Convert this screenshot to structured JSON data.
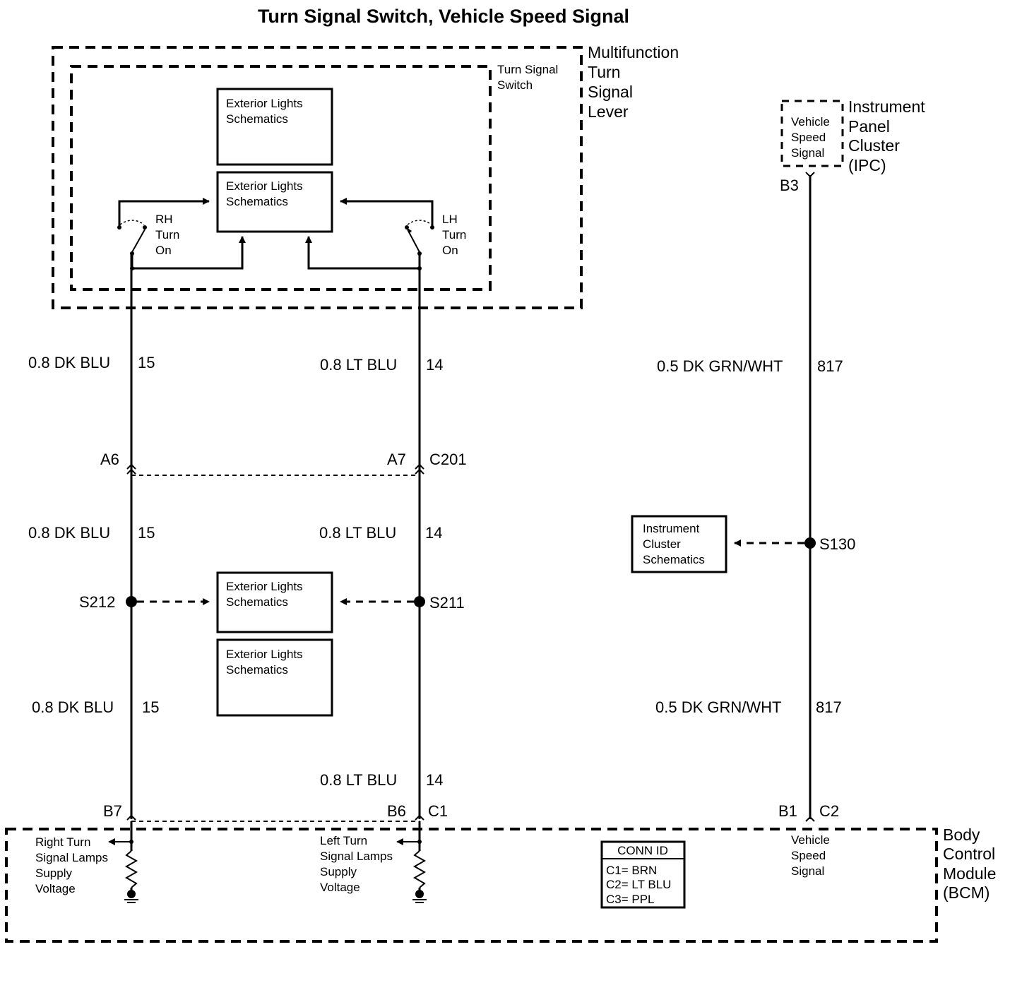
{
  "title": "Turn Signal Switch, Vehicle Speed Signal",
  "components": {
    "multifunction_lever": [
      "Multifunction",
      "Turn",
      "Signal",
      "Lever"
    ],
    "turn_signal_switch": [
      "Turn Signal",
      "Switch"
    ],
    "ipc": [
      "Instrument",
      "Panel",
      "Cluster",
      "(IPC)"
    ],
    "ipc_inner": [
      "Vehicle",
      "Speed",
      "Signal"
    ],
    "bcm": [
      "Body",
      "Control",
      "Module",
      "(BCM)"
    ]
  },
  "ref_boxes": {
    "exterior_lights": [
      "Exterior Lights",
      "Schematics"
    ],
    "instrument_cluster": [
      "Instrument",
      "Cluster",
      "Schematics"
    ]
  },
  "switches": {
    "rh": [
      "RH",
      "Turn",
      "On"
    ],
    "lh": [
      "LH",
      "Turn",
      "On"
    ]
  },
  "wires": {
    "dk_blu": "0.8 DK BLU",
    "dk_blu_circuit": "15",
    "lt_blu": "0.8 LT BLU",
    "lt_blu_circuit": "14",
    "dk_grn": "0.5 DK GRN/WHT",
    "dk_grn_circuit": "817"
  },
  "pins": {
    "a6": "A6",
    "a7": "A7",
    "c201": "C201",
    "b3": "B3",
    "b7": "B7",
    "b6": "B6",
    "c1": "C1",
    "b1": "B1",
    "c2": "C2"
  },
  "splices": {
    "s212": "S212",
    "s211": "S211",
    "s130": "S130"
  },
  "bcm_labels": {
    "right": [
      "Right Turn",
      "Signal Lamps",
      "Supply",
      "Voltage"
    ],
    "left": [
      "Left Turn",
      "Signal Lamps",
      "Supply",
      "Voltage"
    ],
    "vss": [
      "Vehicle",
      "Speed",
      "Signal"
    ]
  },
  "conn_id": {
    "header": "CONN ID",
    "rows": [
      "C1= BRN",
      "C2= LT BLU",
      "C3= PPL"
    ]
  }
}
